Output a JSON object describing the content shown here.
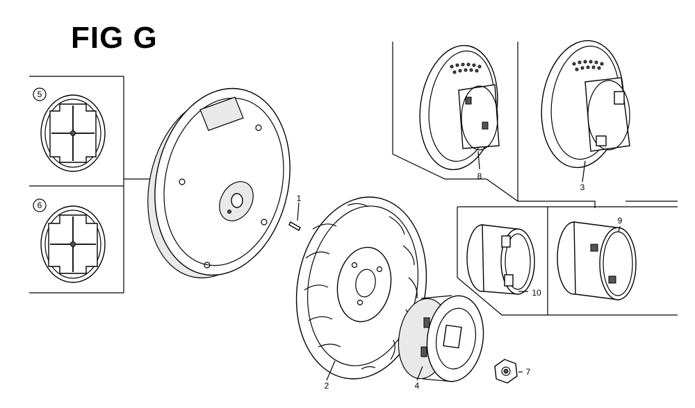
{
  "title": "FIG G",
  "callouts": {
    "p1": "1",
    "p2": "2",
    "p3": "3",
    "p4": "4",
    "p5": "5",
    "p6": "6",
    "p7": "7",
    "p8": "8",
    "p9": "9",
    "p10": "10"
  }
}
